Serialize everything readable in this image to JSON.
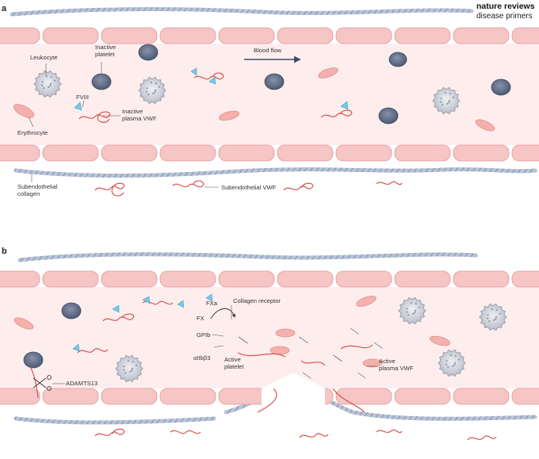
{
  "brand": {
    "line1": "nature reviews",
    "line2": "disease primers"
  },
  "panel_a": {
    "letter": "a",
    "labels": {
      "leukocyte": "Leukocyte",
      "inactive_platelet": "Inactive\nplatelet",
      "blood_flow": "Blood flow",
      "fviii": "FVIII",
      "inactive_plasma_vwf": "Inactive\nplasma VWF",
      "erythrocyte": "Erythrocyte",
      "subendothelial_collagen": "Subendothelial\ncollagen",
      "subendothelial_vwf": "Subendothelial VWF"
    }
  },
  "panel_b": {
    "letter": "b",
    "labels": {
      "fxa": "FXa",
      "collagen_receptor": "Collagen receptor",
      "fx": "FX",
      "gpib": "GPIb",
      "aiib3": "αIIbβ3",
      "active_platelet": "Active\nplatelet",
      "adamts13": "ADAMTS13",
      "active_plasma_vwf": "Active\nplasma VWF"
    }
  },
  "colors": {
    "endothelial_cell": "#f6c5c5",
    "endothelial_stroke": "#e49797",
    "lumen": "#fdeeed",
    "vwf": "#d9534f",
    "collagen": "#9aa9c4",
    "platelet": "#5d6a83",
    "leukocyte": "#c9ccd4",
    "fviii": "#7cc7e6",
    "erythrocyte": "#f3b1ad",
    "arrow": "#3b4a66"
  }
}
